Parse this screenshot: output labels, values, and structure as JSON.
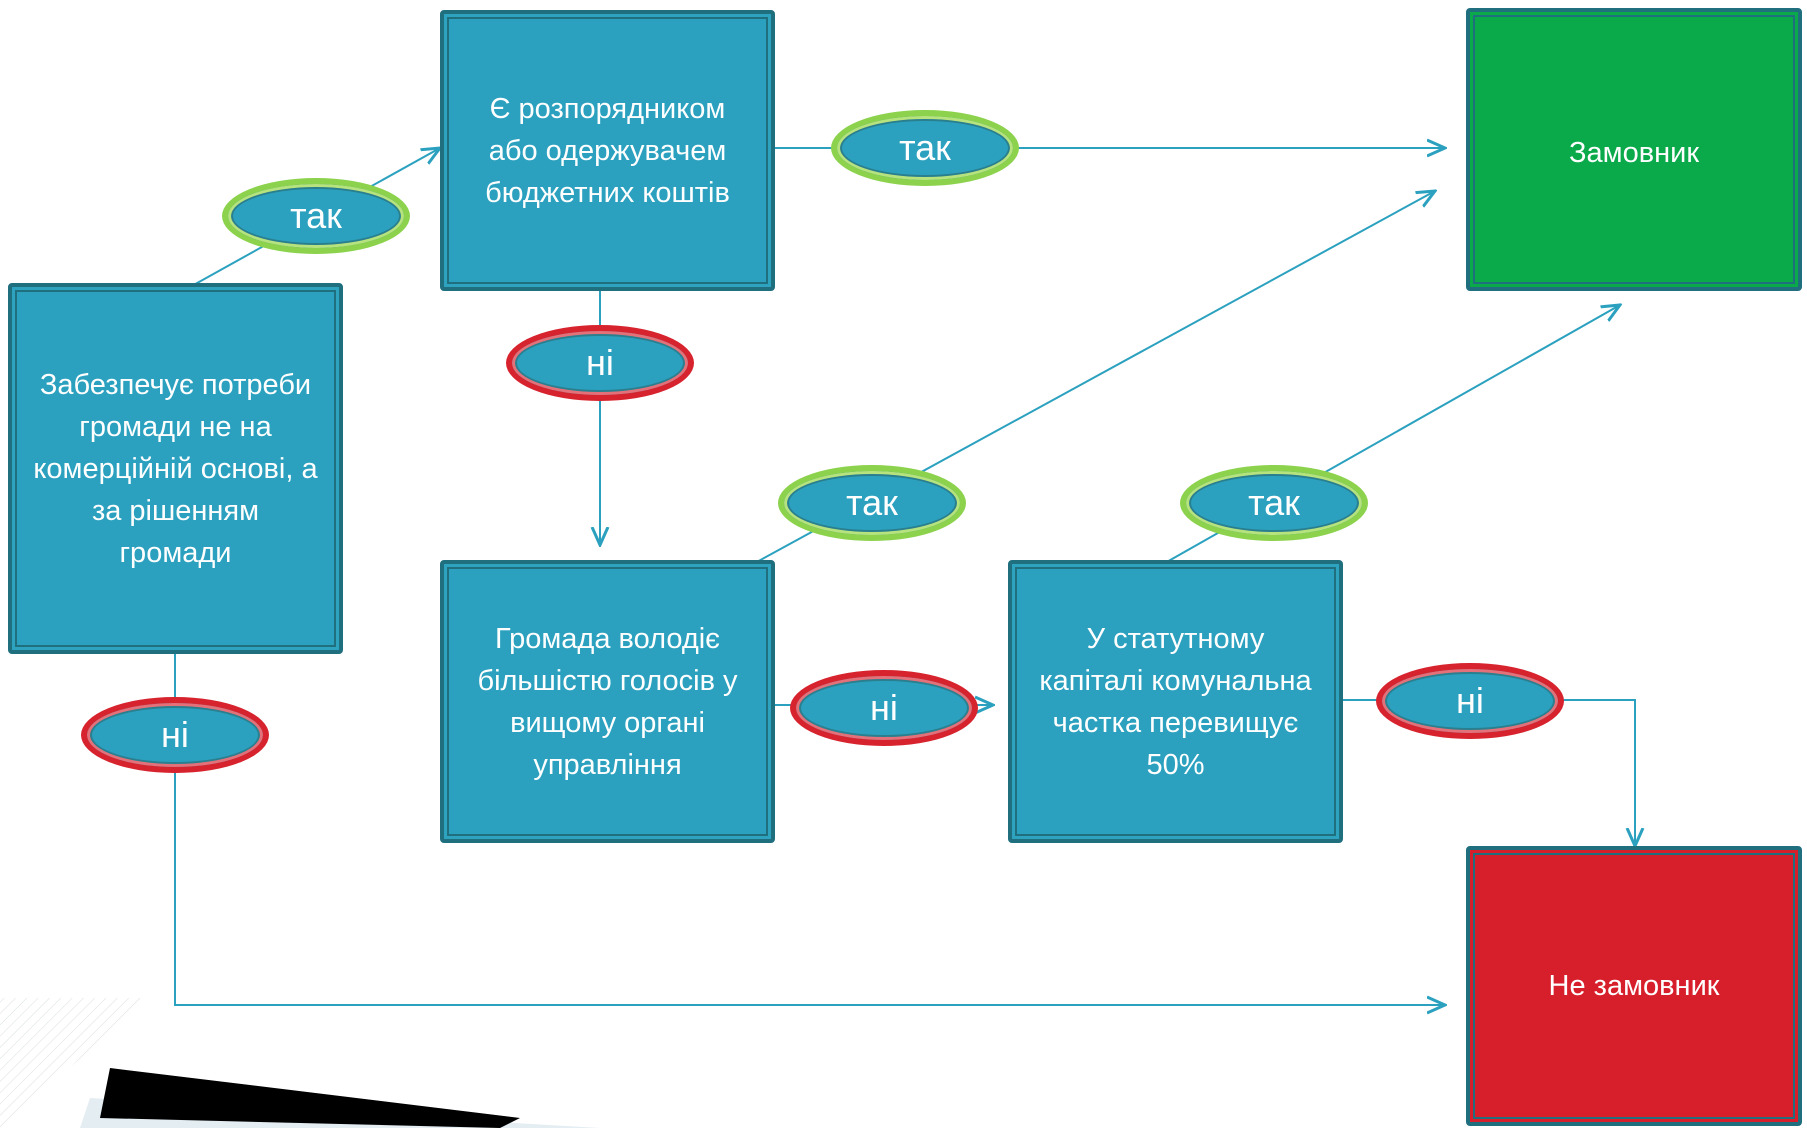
{
  "boxes": {
    "budget_holder": "Є розпорядником або одержувачем бюджетних коштів",
    "community_needs": "Забезпечує потреби громади не на комерційній основі, а за рішенням громади",
    "majority_votes": "Громада володіє більшістю голосів у вищому органі управління",
    "charter_capital": "У статутному капіталі комунальна частка перевищує 50%",
    "customer": "Замовник",
    "not_customer": "Не замовник"
  },
  "labels": {
    "yes_1": "так",
    "yes_2": "так",
    "yes_3": "так",
    "yes_4": "так",
    "no_1": "ні",
    "no_2": "ні",
    "no_3": "ні",
    "no_4": "ні"
  },
  "colors": {
    "box_blue": "#2ba1bf",
    "customer_green": "#0aaa4b",
    "not_customer_red": "#d71f2b",
    "yes_ring": "#8cd24d",
    "no_ring": "#d7232e",
    "connector": "#2ba1bf"
  }
}
